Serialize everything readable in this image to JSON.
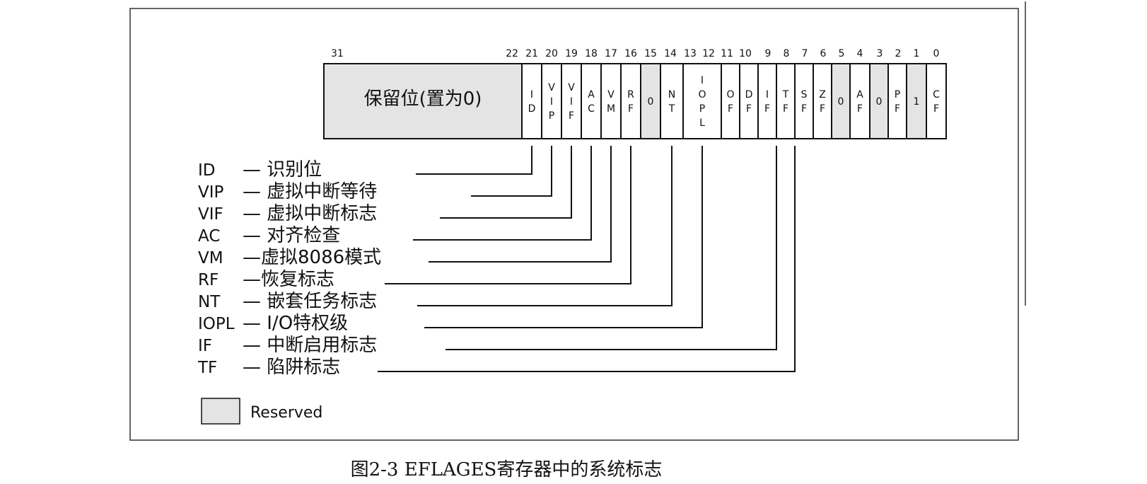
{
  "register": {
    "bit_numbers": [
      "31",
      "22",
      "21",
      "20",
      "19",
      "18",
      "17",
      "16",
      "15",
      "14",
      "13",
      "12",
      "11",
      "10",
      "9",
      "8",
      "7",
      "6",
      "5",
      "4",
      "3",
      "2",
      "1",
      "0"
    ],
    "reserved_high_label": "保留位(置为0)",
    "fields": [
      {
        "label": "ID",
        "reserved": false
      },
      {
        "label": "VIP",
        "reserved": false
      },
      {
        "label": "VIF",
        "reserved": false
      },
      {
        "label": "AC",
        "reserved": false
      },
      {
        "label": "VM",
        "reserved": false
      },
      {
        "label": "RF",
        "reserved": false
      },
      {
        "label": "0",
        "reserved": true
      },
      {
        "label": "NT",
        "reserved": false
      },
      {
        "label": "IOPL",
        "reserved": false
      },
      {
        "label": "OF",
        "reserved": false
      },
      {
        "label": "DF",
        "reserved": false
      },
      {
        "label": "IF",
        "reserved": false
      },
      {
        "label": "TF",
        "reserved": false
      },
      {
        "label": "SF",
        "reserved": false
      },
      {
        "label": "ZF",
        "reserved": false
      },
      {
        "label": "0",
        "reserved": true
      },
      {
        "label": "AF",
        "reserved": false
      },
      {
        "label": "0",
        "reserved": true
      },
      {
        "label": "PF",
        "reserved": false
      },
      {
        "label": "1",
        "reserved": true
      },
      {
        "label": "CF",
        "reserved": false
      }
    ]
  },
  "legend": [
    {
      "abbr": "ID",
      "desc": "— 识别位"
    },
    {
      "abbr": "VIP",
      "desc": "— 虚拟中断等待"
    },
    {
      "abbr": "VIF",
      "desc": "— 虚拟中断标志"
    },
    {
      "abbr": "AC",
      "desc": "— 对齐检查"
    },
    {
      "abbr": "VM",
      "desc": "—虚拟8086模式"
    },
    {
      "abbr": "RF",
      "desc": "—恢复标志"
    },
    {
      "abbr": "NT",
      "desc": "— 嵌套任务标志"
    },
    {
      "abbr": "IOPL",
      "desc": "— I/O特权级"
    },
    {
      "abbr": "IF",
      "desc": "— 中断启用标志"
    },
    {
      "abbr": "TF",
      "desc": "— 陷阱标志"
    }
  ],
  "reserved_key_label": "Reserved",
  "caption": "图2-3 EFLAGES寄存器中的系统标志",
  "colors": {
    "reserved_fill": "#e4e4e4",
    "line": "#111111",
    "background": "#ffffff"
  }
}
